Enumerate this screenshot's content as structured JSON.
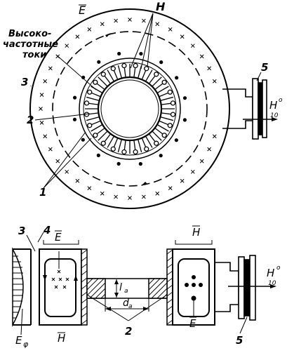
{
  "top_view": {
    "label_E": "E",
    "label_H": "H",
    "currents_text_line1": "Высоко-",
    "currents_text_line2": "частотные",
    "currents_text_line3": "токи",
    "label_3": "3",
    "label_2": "2",
    "label_1": "1",
    "label_5": "5",
    "mode_main": "H",
    "mode_sub": "10",
    "mode_sup": "o"
  },
  "bottom_view": {
    "label_3": "3",
    "label_4": "4",
    "label_E_top": "E",
    "label_H_bottom_left": "H",
    "label_H_top_right": "H",
    "label_E_bottom_right": "E",
    "label_la_main": "l",
    "label_la_sub": "a",
    "label_da_main": "d",
    "label_da_sub": "a",
    "label_2": "2",
    "label_5": "5",
    "label_Ephi_main": "E",
    "label_Ephi_sub": "φ",
    "mode_main": "H",
    "mode_sub": "10",
    "mode_sup": "o"
  }
}
